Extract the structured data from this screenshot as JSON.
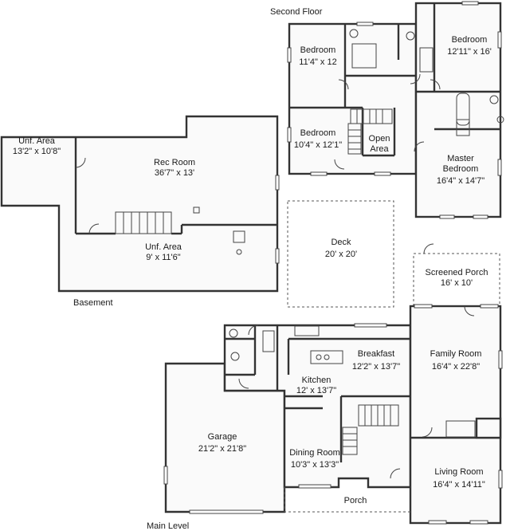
{
  "floors": {
    "second": "Second Floor",
    "basement": "Basement",
    "main": "Main Level"
  },
  "rooms": {
    "bedroom_a": {
      "name": "Bedroom",
      "size": "11'4\" x 12"
    },
    "bedroom_b": {
      "name": "Bedroom",
      "size": "12'11\" x 16'"
    },
    "bedroom_c": {
      "name": "Bedroom",
      "size": "10'4\" x 12'1\""
    },
    "open_area": {
      "name": "Open Area"
    },
    "master": {
      "name": "Master Bedroom",
      "size": "16'4\" x 14'7\""
    },
    "unf_a": {
      "name": "Unf. Area",
      "size": "13'2\" x 10'8\""
    },
    "rec": {
      "name": "Rec Room",
      "size": "36'7\" x 13'"
    },
    "unf_b": {
      "name": "Unf. Area",
      "size": "9' x 11'6\""
    },
    "deck": {
      "name": "Deck",
      "size": "20' x 20'"
    },
    "screened": {
      "name": "Screened Porch",
      "size": "16' x 10'"
    },
    "breakfast": {
      "name": "Breakfast",
      "size": "12'2\" x 13'7\""
    },
    "family": {
      "name": "Family Room",
      "size": "16'4\" x 22'8\""
    },
    "kitchen": {
      "name": "Kitchen",
      "size": "12' x 13'7\""
    },
    "garage": {
      "name": "Garage",
      "size": "21'2\" x 21'8\""
    },
    "dining": {
      "name": "Dining Room",
      "size": "10'3\" x 13'3\""
    },
    "living": {
      "name": "Living Room",
      "size": "16'4\" x 14'11\""
    },
    "porch": {
      "name": "Porch"
    }
  }
}
